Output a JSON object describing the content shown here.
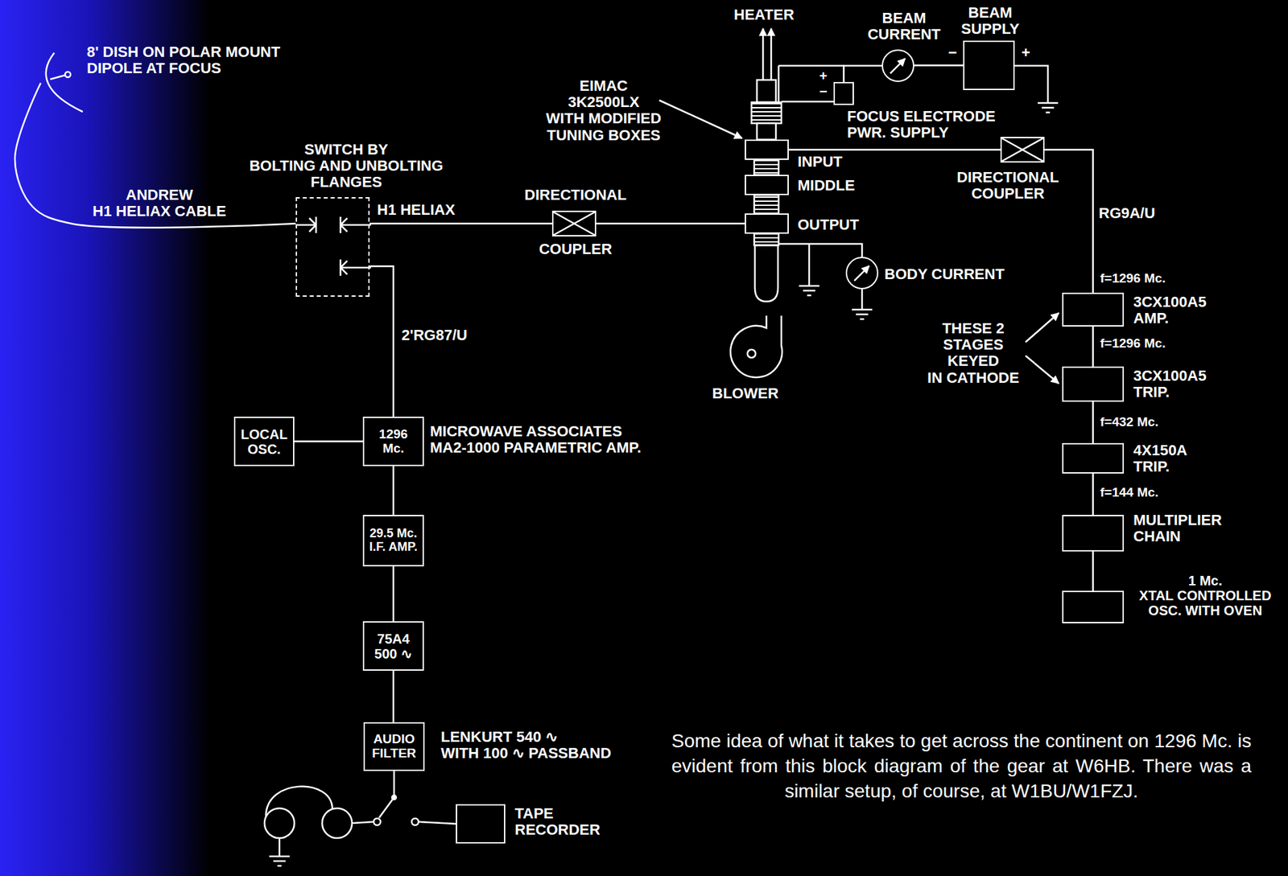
{
  "diagram": {
    "caption": "Some idea of what it takes to get across the continent on 1296 Mc. is evident from this block diagram of the gear at W6HB. There was a similar setup, of course, at W1BU/W1FZJ.",
    "nodes": [
      {
        "text": [
          "8' DISH ON POLAR MOUNT DIPOLE AT FOCUS"
        ]
      },
      {
        "text": [
          "SWITCH BY BOLTING AND UNBOLTING FLANGES"
        ]
      },
      {
        "text": [
          "DIRECTIONAL",
          "COUPLER"
        ]
      },
      {
        "text": [
          "BEAM CURRENT"
        ]
      },
      {
        "text": [
          "BEAM SUPPLY"
        ]
      },
      {
        "text": [
          "FOCUS ELECTRODE PWR. SUPPLY"
        ]
      },
      {
        "text": [
          "INPUT"
        ]
      },
      {
        "text": [
          "MIDDLE"
        ]
      },
      {
        "text": [
          "OUTPUT"
        ]
      },
      {
        "text": [
          "DIRECTIONAL COUPLER"
        ]
      },
      {
        "text": [
          "BODY CURRENT"
        ]
      },
      {
        "text": [
          "3CX100A5 AMP."
        ]
      },
      {
        "text": [
          "3CX100A5 TRIP."
        ]
      },
      {
        "text": [
          "LOCAL OSC."
        ]
      },
      {
        "text": [
          "1296 Mc.",
          "MICROWAVE ASSOCIATES MA2-1000 PARAMETRIC AMP."
        ]
      },
      {
        "text": [
          "4X150A TRIP."
        ]
      },
      {
        "text": [
          "29.5 Mc. I.F. AMP."
        ]
      },
      {
        "text": [
          "MULTIPLIER CHAIN"
        ]
      },
      {
        "text": [
          "1 Mc. XTAL CONTROLLED OSC. WITH OVEN"
        ]
      },
      {
        "text": [
          "75A4 500 ∿"
        ]
      },
      {
        "text": [
          "AUDIO FILTER",
          "LENKURT 540 ∿ WITH 100 ∿ PASSBAND"
        ]
      },
      {
        "text": [
          "TAPE RECORDER"
        ]
      }
    ],
    "edges": [
      {
        "from": 0,
        "to": 1,
        "label": "ANDREW H1 HELIAX CABLE",
        "arrow": "none"
      },
      {
        "from": 1,
        "to": 2,
        "label": "H1 HELIAX",
        "arrow": "none"
      },
      {
        "from": 2,
        "to": 8,
        "arrow": "none"
      },
      {
        "from": 1,
        "to": 14,
        "label": "2'RG87/U",
        "arrow": "none"
      },
      {
        "from": 13,
        "to": 14,
        "arrow": "none"
      },
      {
        "from": 14,
        "to": 16,
        "arrow": "none"
      },
      {
        "from": 16,
        "to": 19,
        "arrow": "none"
      },
      {
        "from": 19,
        "to": 20,
        "arrow": "none"
      },
      {
        "from": 4,
        "to": 3,
        "arrow": "none"
      },
      {
        "from": 3,
        "to": 5,
        "arrow": "none"
      },
      {
        "from": 9,
        "to": 6,
        "arrow": "none"
      },
      {
        "from": 11,
        "to": 9,
        "label": "RG9A/U",
        "arrow": "none"
      },
      {
        "from": 12,
        "to": 11,
        "label": "f=1296 Mc.",
        "arrow": "none"
      },
      {
        "from": 15,
        "to": 12,
        "label": "f=432 Mc.",
        "arrow": "none"
      },
      {
        "from": 17,
        "to": 15,
        "label": "f=144 Mc.",
        "arrow": "none"
      },
      {
        "from": 18,
        "to": 17,
        "arrow": "none"
      }
    ],
    "labels": [
      "HEATER",
      "−",
      "+",
      "+",
      "−",
      "EIMAC 3K2500LX WITH MODIFIED TUNING BOXES",
      "f=1296 Mc.",
      "THESE 2 STAGES KEYED IN CATHODE",
      "BLOWER"
    ]
  }
}
